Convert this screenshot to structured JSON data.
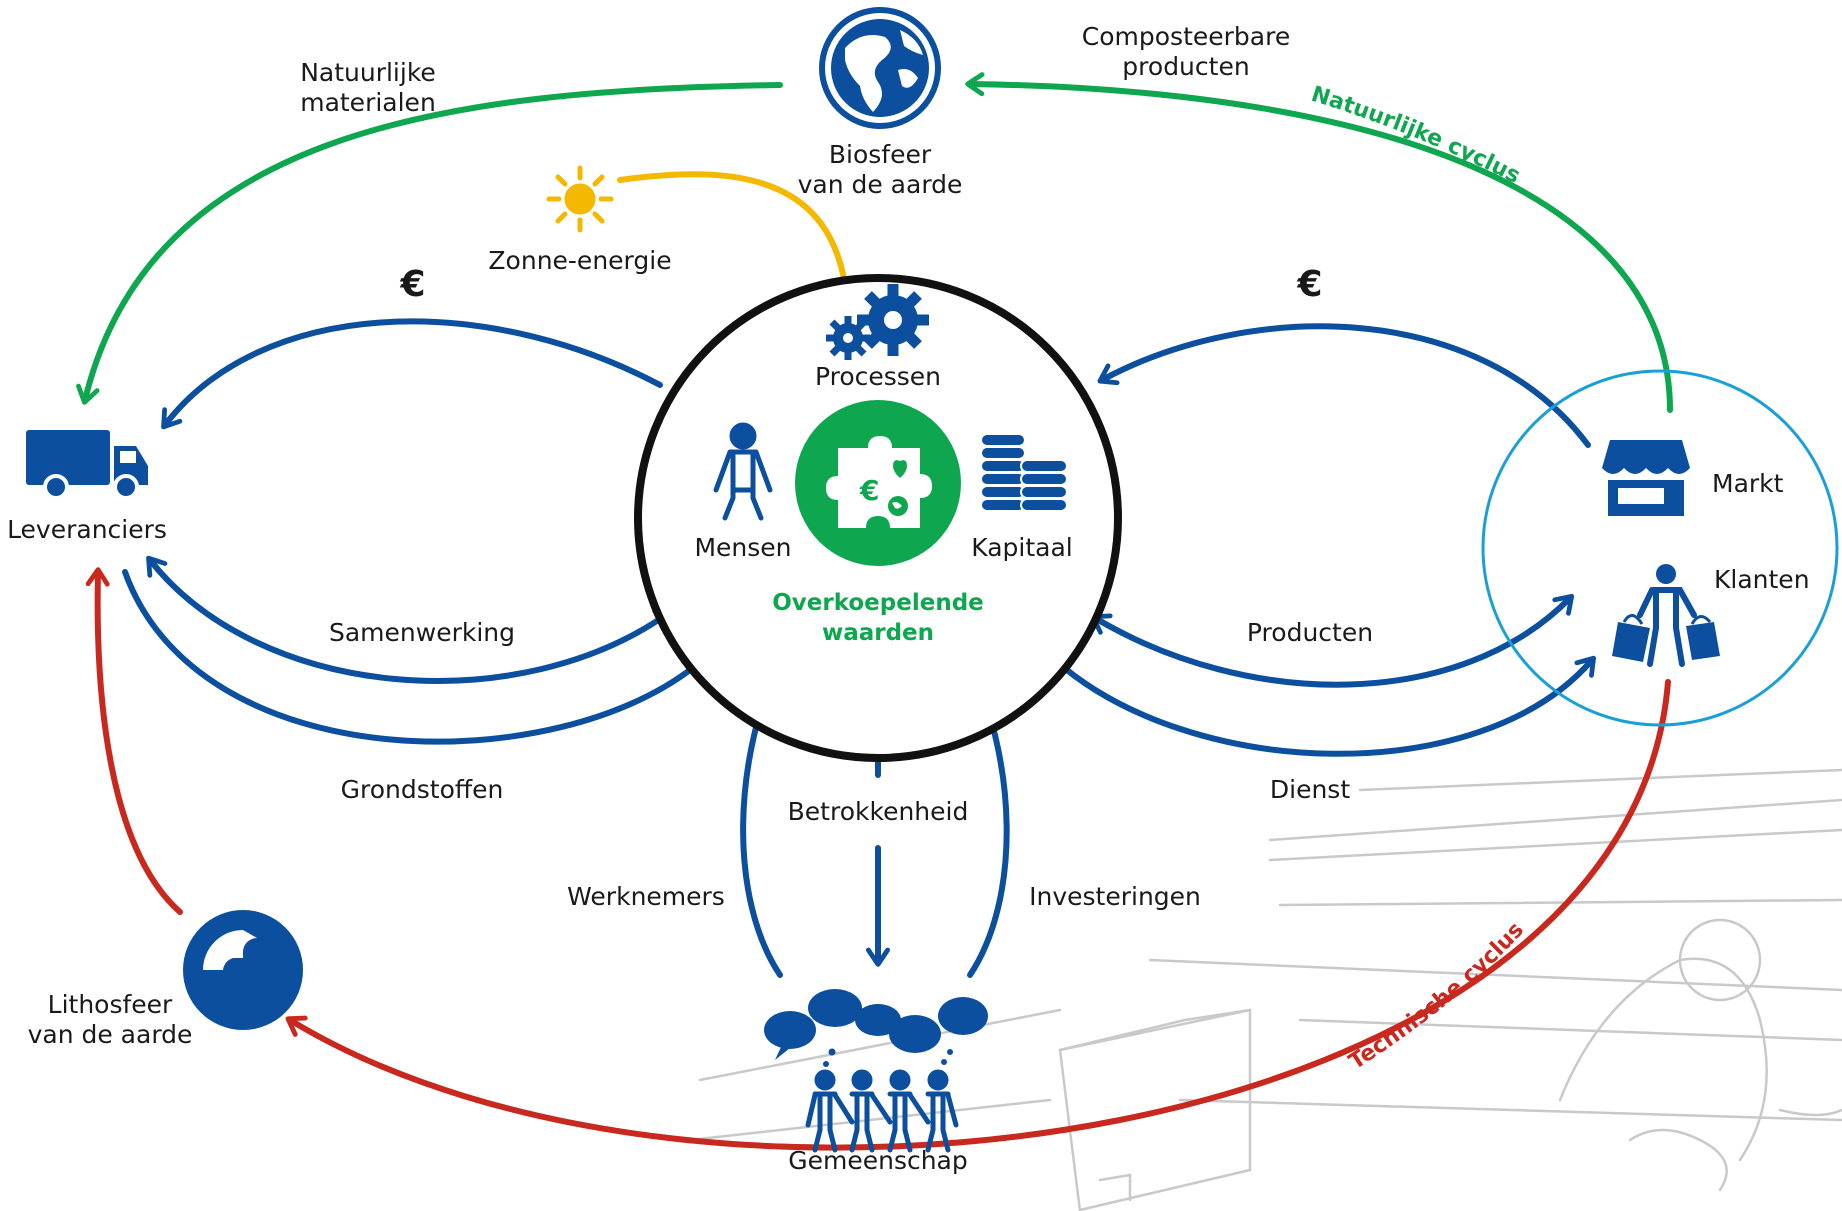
{
  "nodes": {
    "biosfeer": "Biosfeer\nvan de aarde",
    "lithosfeer": "Lithosfeer\nvan de aarde",
    "leveranciers": "Leveranciers",
    "markt": "Markt",
    "klanten": "Klanten",
    "gemeenschap": "Gemeenschap",
    "zonne_energie": "Zonne-energie"
  },
  "center": {
    "processen": "Processen",
    "mensen": "Mensen",
    "kapitaal": "Kapitaal",
    "core": "Overkoepelende\nwaarden"
  },
  "flows": {
    "natuurlijke_materialen": "Natuurlijke\nmaterialen",
    "composteerbare_producten": "Composteerbare\nproducten",
    "samenwerking": "Samenwerking",
    "grondstoffen": "Grondstoffen",
    "producten": "Producten",
    "dienst": "Dienst",
    "betrokkenheid": "Betrokkenheid",
    "werknemers": "Werknemers",
    "investeringen": "Investeringen",
    "euro_left": "€",
    "euro_right": "€"
  },
  "cycles": {
    "natural": "Natuurlijke cyclus",
    "technical": "Technische cyclus"
  },
  "colors": {
    "blue": "#0b4f9e",
    "green": "#0fa650",
    "red": "#c8281e",
    "yellow": "#f4b800",
    "light_blue": "#1b9fd8",
    "black": "#111111",
    "sketch": "#c9c9c9"
  },
  "icons": [
    "globe-icon",
    "sun-icon",
    "gears-icon",
    "person-icon",
    "puzzle-icon",
    "coins-icon",
    "truck-icon",
    "store-icon",
    "shopper-icon",
    "community-icon",
    "lithosphere-icon"
  ]
}
